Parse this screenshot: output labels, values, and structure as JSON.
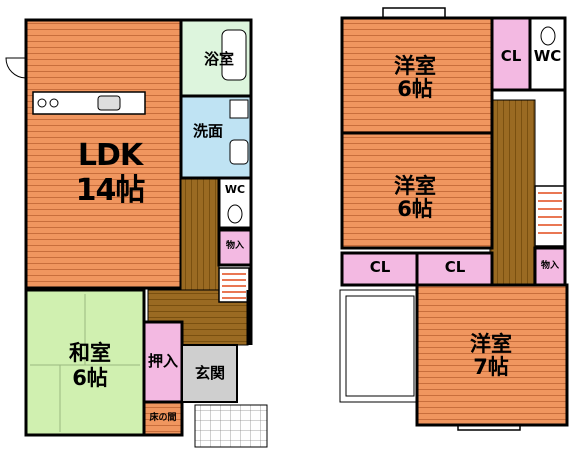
{
  "plan": {
    "colors": {
      "wall": "#000000",
      "room_orange": "#f0965f",
      "stripe": "#c86e3c",
      "floor_brown": "#9a6a22",
      "tatami": "#d0f0b0",
      "bath_green": "#ddf5dd",
      "wash_blue": "#bfe3f3",
      "storage_pink": "#f3b9e2",
      "entrance_gray": "#cfcfcf"
    },
    "floor1": {
      "ldk": {
        "name": "LDK",
        "size": "14帖"
      },
      "bath": "浴室",
      "washroom": "洗面",
      "wc": "WC",
      "storage": "物入",
      "washitsu": {
        "name": "和室",
        "size": "6帖"
      },
      "oshiire": "押入",
      "genkan": "玄関",
      "tokonoma": "床の間"
    },
    "floor2": {
      "room_a": {
        "name": "洋室",
        "size": "6帖"
      },
      "room_b": {
        "name": "洋室",
        "size": "6帖"
      },
      "room_c": {
        "name": "洋室",
        "size": "7帖"
      },
      "cl_top": "CL",
      "wc": "WC",
      "cl_left": "CL",
      "cl_right": "CL",
      "storage": "物入"
    }
  }
}
